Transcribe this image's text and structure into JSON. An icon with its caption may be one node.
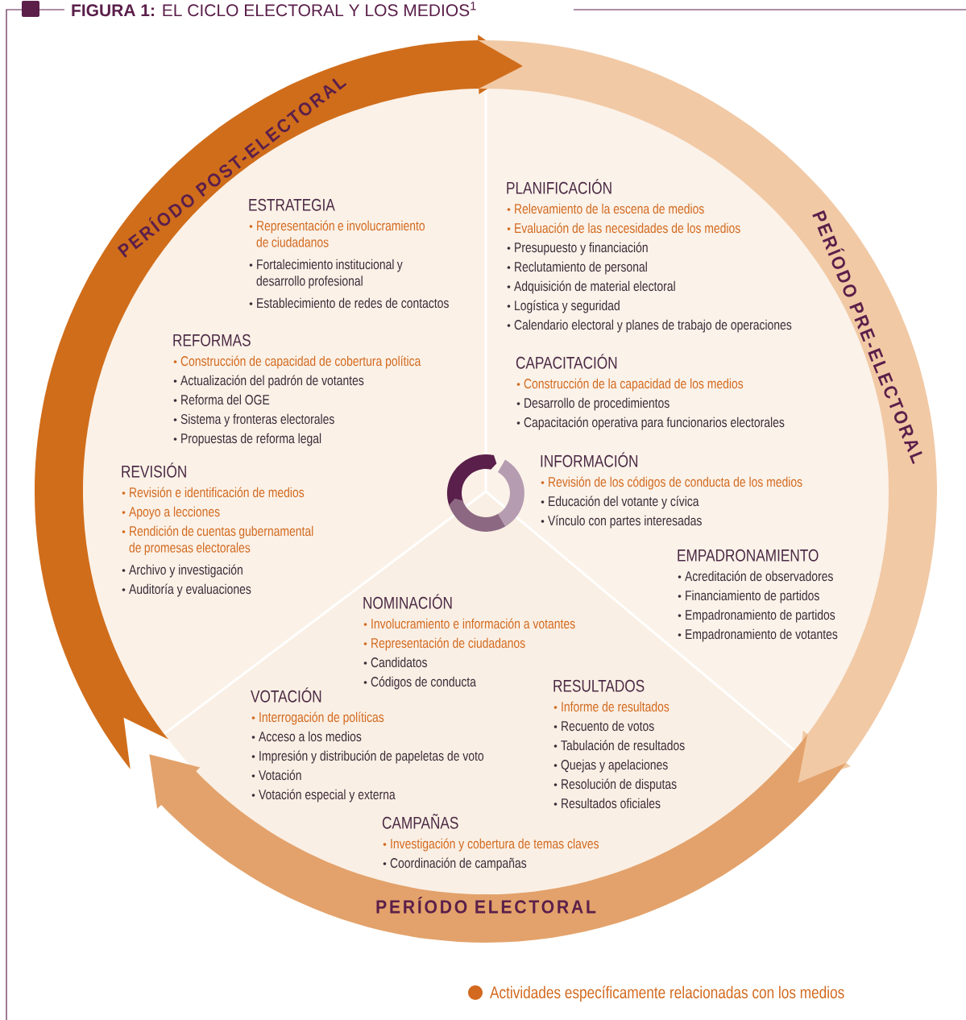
{
  "diagram": {
    "title": "**FIGURA 1:** EL CICLO ELECTORAL Y LOS MEDIOS$^{1}$",
    "labels": [
      "ESTRATEGIA",
      "Representación e involucramiento de ciudadanos",
      "Fortalecimiento institucional y desarrollo profesional",
      "Establecimiento de redes de contactos",
      "PLANIFICACIÓN",
      "Relevamiento de la escena de medios",
      "Evaluación de las necesidades de los medios",
      "Presupuesto y financiación",
      "Reclutamiento de personal",
      "Adquisición de material electoral",
      "Logística y seguridad",
      "Calendario electoral y planes de trabajo de operaciones",
      "REFORMAS",
      "Construcción de capacidad de cobertura política",
      "Actualización del padrón de votantes",
      "Reforma del OGE",
      "Sistema y fronteras electorales",
      "Propuestas de reforma legal",
      "CAPACITACIÓN",
      "Construcción de la capacidad de los medios",
      "Desarrollo de procedimientos",
      "Capacitación operativa para funcionarios electorales",
      "INFORMACIÓN",
      "Revisión de los códigos de conducta de los medios",
      "Educación del votante y cívica",
      "Vínculo con partes interesadas",
      "REVISIÓN",
      "Revisión e identificación de medios",
      "Apoyo a lecciones",
      "Rendición de cuentas gubernamental de promesas electorales",
      "Archivo y investigación",
      "Auditoría y evaluaciones",
      "EMPADRONAMIENTO",
      "Acreditación de observadores",
      "Financiamiento de partidos",
      "Empadronamiento de partidos",
      "Empadronamiento de votantes",
      "NOMINACIÓN",
      "Involucramiento e información a votantes",
      "Representación de ciudadanos",
      "Candidatos",
      "Códigos de conducta",
      "RESULTADOS",
      "Informe de resultados",
      "Recuento de votos",
      "Tabulación de resultados",
      "Quejas y apelaciones",
      "Resolución de disputas",
      "Resultados oficiales",
      "VOTACIÓN",
      "Interrogación de políticas",
      "Acceso a los medios",
      "Impresión y distribución de papeletas de voto",
      "Votación",
      "Votación especial y externa",
      "CAMPAÑAS",
      "Investigación y cobertura de temas claves",
      "Coordinación de campañas",
      "PERÍODO POST-ELECTORAL",
      "PERÍODO PRE-ELECTORAL",
      "PERÍODO ELECTORAL"
    ],
    "legend": [
      {
        "text": "Actividades específicamente relacionadas con los medios",
        "color": "#d2691e"
      }
    ]
  }
}
